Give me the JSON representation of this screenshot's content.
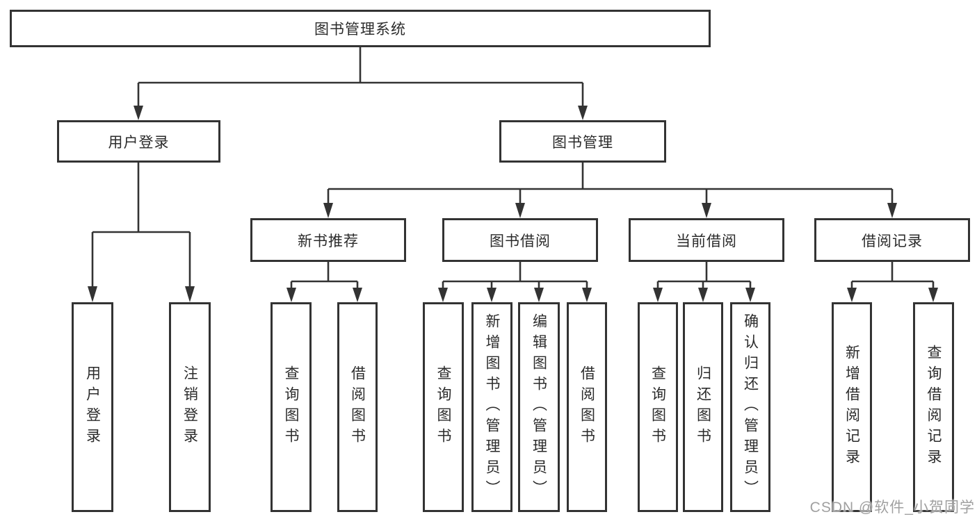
{
  "nodes": {
    "root": "图书管理系统",
    "user_login": "用户登录",
    "book_mgmt": "图书管理",
    "new_book_rec": "新书推荐",
    "book_borrow": "图书借阅",
    "current_borrow": "当前借阅",
    "borrow_records": "借阅记录",
    "leaf_user_login": "用户登录",
    "leaf_logout": "注销登录",
    "leaf_nbr_query": "查询图书",
    "leaf_nbr_borrow": "借阅图书",
    "leaf_bb_query": "查询图书",
    "leaf_bb_add": "新增图书（管理员）",
    "leaf_bb_edit": "编辑图书（管理员）",
    "leaf_bb_borrow": "借阅图书",
    "leaf_cb_query": "查询图书",
    "leaf_cb_return": "归还图书",
    "leaf_cb_confirm": "确认归还（管理员）",
    "leaf_br_add": "新增借阅记录",
    "leaf_br_query": "查询借阅记录"
  },
  "watermark": "CSDN @软件_小贺同学",
  "colors": {
    "line": "#333333",
    "box_border": "#333333",
    "text": "#2b2b2b",
    "watermark": "#989898",
    "background": "#ffffff"
  }
}
